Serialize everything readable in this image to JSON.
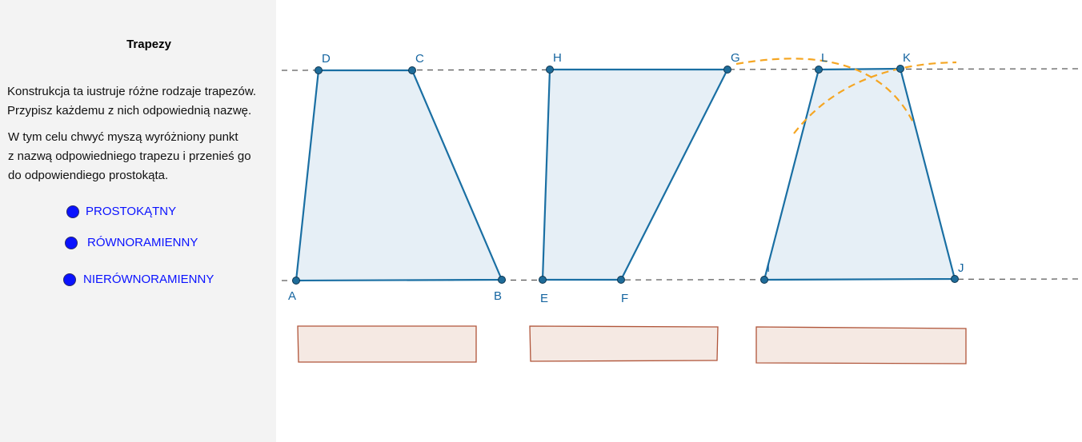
{
  "sidebar": {
    "title": "Trapezy",
    "paragraph1": [
      "Konstrukcja ta iustruje różne rodzaje trapezów.",
      "Przypisz każdemu z nich odpowiednią nazwę."
    ],
    "paragraph2": [
      "W tym celu chwyć myszą wyróżniony punkt",
      "z nazwą odpowiedniego trapezu i przenieś go",
      "do odpowiendiego prostokąta."
    ],
    "options": [
      "PROSTOKĄTNY",
      "RÓWNORAMIENNY",
      "NIERÓWNORAMIENNY"
    ]
  },
  "points": {
    "trapezoid1": [
      "A",
      "B",
      "C",
      "D"
    ],
    "trapezoid2": [
      "E",
      "F",
      "G",
      "H"
    ],
    "trapezoid3": [
      "I",
      "J",
      "K",
      "L"
    ]
  },
  "colors": {
    "option_dot": "#0a12ff",
    "polygon_stroke": "#1a6fa3",
    "polygon_fill": "#e6eff6",
    "point_label": "#1565a0",
    "construction_arc": "#f5a623",
    "drop_box_fill": "#f5e9e3",
    "drop_box_stroke": "#b0553a"
  }
}
